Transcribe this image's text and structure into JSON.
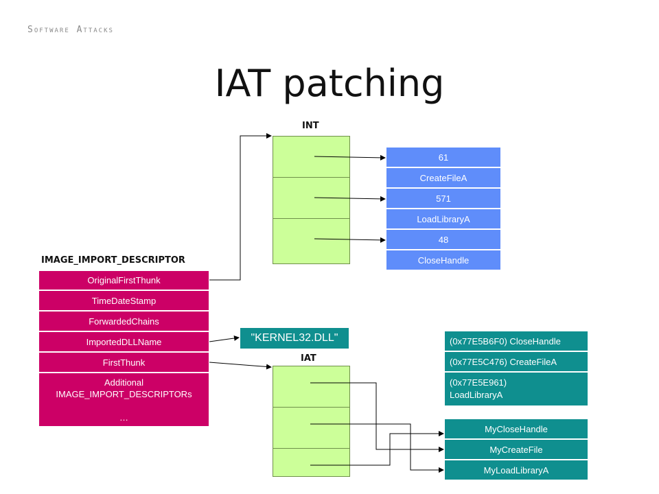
{
  "header": {
    "section": "Software Attacks",
    "title": "IAT patching"
  },
  "int_table": {
    "label": "INT"
  },
  "iat_table": {
    "label": "IAT"
  },
  "name_entries": [
    "61",
    "CreateFileA",
    "571",
    "LoadLibraryA",
    "48",
    "CloseHandle"
  ],
  "descriptor": {
    "label": "IMAGE_IMPORT_DESCRIPTOR",
    "fields": [
      "OriginalFirstThunk",
      "TimeDateStamp",
      "ForwardedChains",
      "ImportedDLLName",
      "FirstThunk"
    ],
    "additional": "Additional\nIMAGE_IMPORT_DESCRIPTORs\n\n…"
  },
  "dll_name": "\"KERNEL32.DLL\"",
  "original_addresses": [
    "(0x77E5B6F0) CloseHandle",
    "(0x77E5C476) CreateFileA",
    "(0x77E5E961)\nLoadLibraryA"
  ],
  "hook_functions": [
    "MyCloseHandle",
    "MyCreateFile",
    "MyLoadLibraryA"
  ],
  "colors": {
    "int_blue": "#5f8dfa",
    "descriptor_magenta": "#cc0066",
    "teal": "#0f8f8f",
    "table_green": "#ccff99"
  }
}
